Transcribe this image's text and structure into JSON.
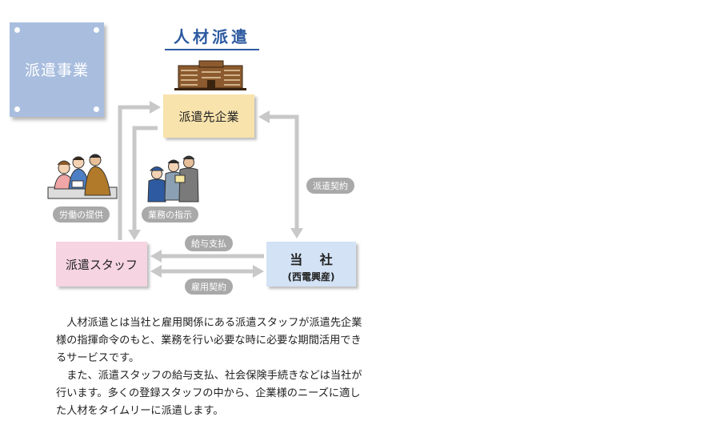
{
  "badge": {
    "label": "派遣事業"
  },
  "title": "人材派遣",
  "boxes": {
    "client": "派遣先企業",
    "staff": "派遣スタッフ",
    "company_name": "当 社",
    "company_sub": "(西電興産)"
  },
  "labels": {
    "contract": "派遣契約",
    "labor": "労働の提供",
    "direction": "業務の指示",
    "salary": "給与支払",
    "employment": "雇用契約"
  },
  "description": [
    "人材派遣とは当社と雇用関係にある派遣スタッフが派遣先企業様の指揮命令のもと、業務を行い必要な時に必要な期間活用できるサービスです。",
    "また、派遣スタッフの給与支払、社会保険手続きなどは当社が行います。多くの登録スタッフの中から、企業様のニーズに適した人材をタイムリーに派遣します。"
  ],
  "colors": {
    "badge": "#a9bedf",
    "title": "#2c5aa0",
    "client_box": "#f9e3ad",
    "staff_box": "#f6d4e2",
    "company_box": "#d3e2f5",
    "arrow": "#c8c8c8",
    "pill": "#a9a9a9"
  },
  "icons": [
    "building-icon",
    "office-workers-illustration",
    "supervisor-workers-illustration"
  ]
}
